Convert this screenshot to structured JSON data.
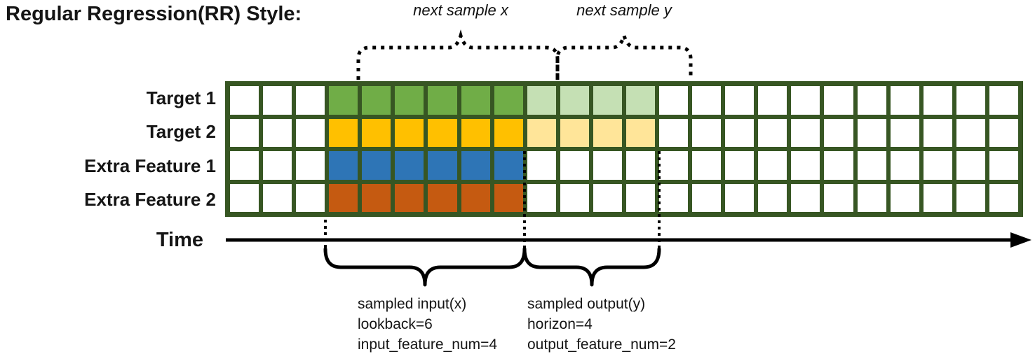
{
  "title": "Regular Regression(RR) Style:",
  "annotations": {
    "next_sample_x": "next sample x",
    "next_sample_y": "next sample y"
  },
  "time_axis": {
    "label": "Time"
  },
  "grid": {
    "columns": 24,
    "line_color": "#375623",
    "cell_color": "#ffffff",
    "input_range": [
      4,
      9
    ],
    "output_range": [
      10,
      13
    ],
    "rows": [
      {
        "label": "Target 1",
        "input_color": "#70AD47",
        "output_color": "#C5E0B4"
      },
      {
        "label": "Target 2",
        "input_color": "#FFC000",
        "output_color": "#FFE599"
      },
      {
        "label": "Extra Feature 1",
        "input_color": "#2E75B6",
        "output_color": null
      },
      {
        "label": "Extra Feature 2",
        "input_color": "#C55A11",
        "output_color": null
      }
    ]
  },
  "sample_labels": {
    "input": {
      "line1": "sampled input(x)",
      "line2": "lookback=6",
      "line3": "input_feature_num=4"
    },
    "output": {
      "line1": "sampled output(y)",
      "line2": "horizon=4",
      "line3": "output_feature_num=2"
    }
  }
}
